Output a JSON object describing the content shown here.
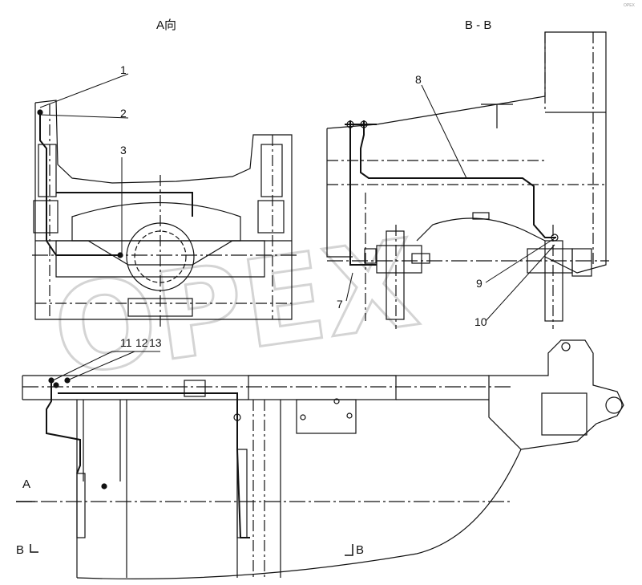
{
  "views": {
    "view_a_title": "A向",
    "view_bb_title": "B - B"
  },
  "callouts": [
    "1",
    "2",
    "3",
    "7",
    "8",
    "9",
    "10",
    "11",
    "12",
    "13"
  ],
  "section_marks": {
    "arrow_a": "A",
    "section_b_left": "B",
    "section_b_right": "B"
  },
  "watermark": "OPEX",
  "corner_logo": "OPEX"
}
